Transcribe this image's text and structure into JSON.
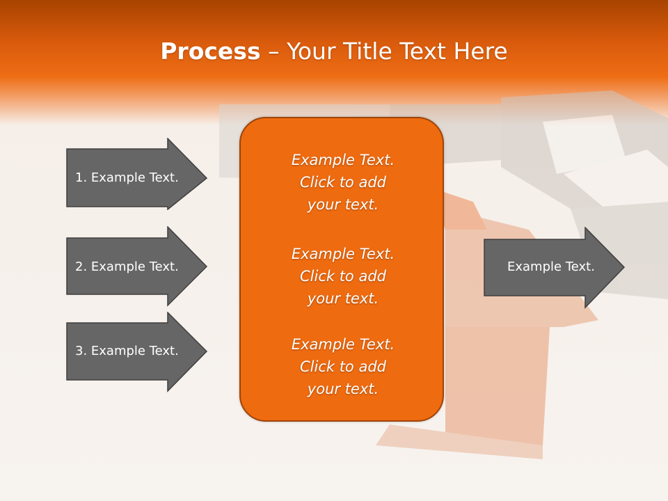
{
  "slide": {
    "title_bold": "Process",
    "title_dash": "–",
    "title_rest": "Your Title Text Here"
  },
  "left_arrows": [
    {
      "label": "1. Example Text."
    },
    {
      "label": "2. Example Text."
    },
    {
      "label": "3. Example Text."
    }
  ],
  "center_box": {
    "items": [
      {
        "line1": "Example Text.",
        "line2": "Click  to add",
        "line3": "your text."
      },
      {
        "line1": "Example Text.",
        "line2": "Click  to add",
        "line3": "your text."
      },
      {
        "line1": "Example Text.",
        "line2": "Click  to add",
        "line3": "your text."
      }
    ]
  },
  "right_arrow": {
    "label": "Example Text."
  },
  "colors": {
    "header_orange": "#ee6d14",
    "box_fill": "#ef6b10",
    "box_border": "#a04408",
    "arrow_fill": "#666666",
    "arrow_stroke": "#3f3f3f"
  }
}
